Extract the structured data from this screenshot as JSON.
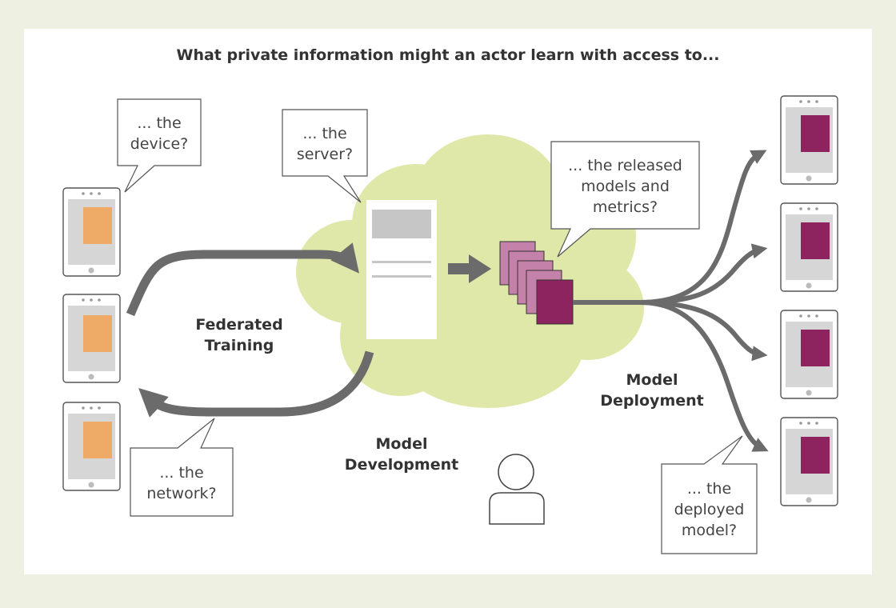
{
  "title": "What private information might an actor learn with access to...",
  "sections": {
    "federated_training": [
      "Federated",
      "Training"
    ],
    "model_development": [
      "Model",
      "Development"
    ],
    "model_deployment": [
      "Model",
      "Deployment"
    ]
  },
  "bubbles": {
    "device": [
      "... the",
      "device?"
    ],
    "server": [
      "... the",
      "server?"
    ],
    "released": [
      "... the released",
      "models and",
      "metrics?"
    ],
    "network": [
      "... the",
      "network?"
    ],
    "deployed": [
      "... the",
      "deployed",
      "model?"
    ]
  },
  "colors": {
    "cloud": "#dfe8a9",
    "arrow": "#6b6b6b",
    "client_data": "#eeab67",
    "deployed_model": "#8e245f",
    "model_stack": "#c481aa"
  }
}
